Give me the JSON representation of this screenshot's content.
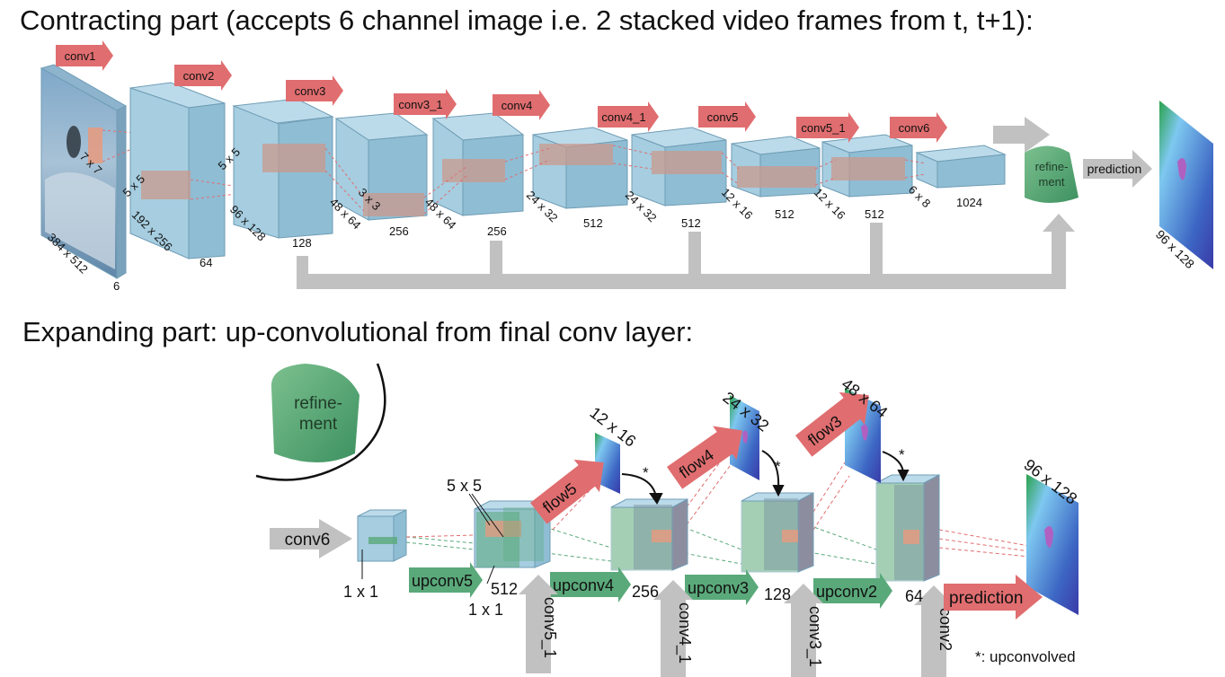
{
  "contracting": {
    "title": "Contracting part (accepts 6 channel image i.e. 2 stacked video frames from t, t+1):",
    "layers": [
      "conv1",
      "conv2",
      "conv3",
      "conv3_1",
      "conv4",
      "conv4_1",
      "conv5",
      "conv5_1",
      "conv6"
    ],
    "input": {
      "size": "384 x 512",
      "channels": "6"
    },
    "kernels": [
      "7 x 7",
      "5 x 5",
      "5 x 5",
      "3 x 3"
    ],
    "spatial": [
      "192 x 256",
      "96 x 128",
      "48 x 64",
      "48 x 64",
      "24 x 32",
      "24 x 32",
      "12 x 16",
      "12 x 16",
      "6 x 8"
    ],
    "channels": [
      "64",
      "128",
      "256",
      "256",
      "512",
      "512",
      "512",
      "512",
      "1024"
    ],
    "refinement": "refine-\nment",
    "prediction": "prediction",
    "output_size": "96 x 128"
  },
  "expanding": {
    "title": "Expanding part: up-convolutional from final conv layer:",
    "refinement": "refine-\nment",
    "conv6": "conv6",
    "one_by_one": "1 x 1",
    "kernel": "5 x 5",
    "upconvs": [
      "upconv5",
      "upconv4",
      "upconv3",
      "upconv2"
    ],
    "channels": [
      "512",
      "256",
      "128",
      "64"
    ],
    "skips": [
      "conv5_1",
      "conv4_1",
      "conv3_1",
      "conv2"
    ],
    "flows": [
      "flow5",
      "flow4",
      "flow3"
    ],
    "flow_sizes": [
      "12 x 16",
      "24 x 32",
      "48 x 64"
    ],
    "output_size": "96 x 128",
    "prediction": "prediction",
    "star": "*",
    "footnote": "*: upconvolved"
  },
  "colors": {
    "box": "#a6cde0",
    "box_edge": "#6f9db5",
    "arrow_red": "#e06d6f",
    "green": "#5aa97a",
    "gray": "#c1c1c1",
    "flow_grad": [
      "#2ba24b",
      "#7ec8f0",
      "#3a3aa8"
    ]
  }
}
